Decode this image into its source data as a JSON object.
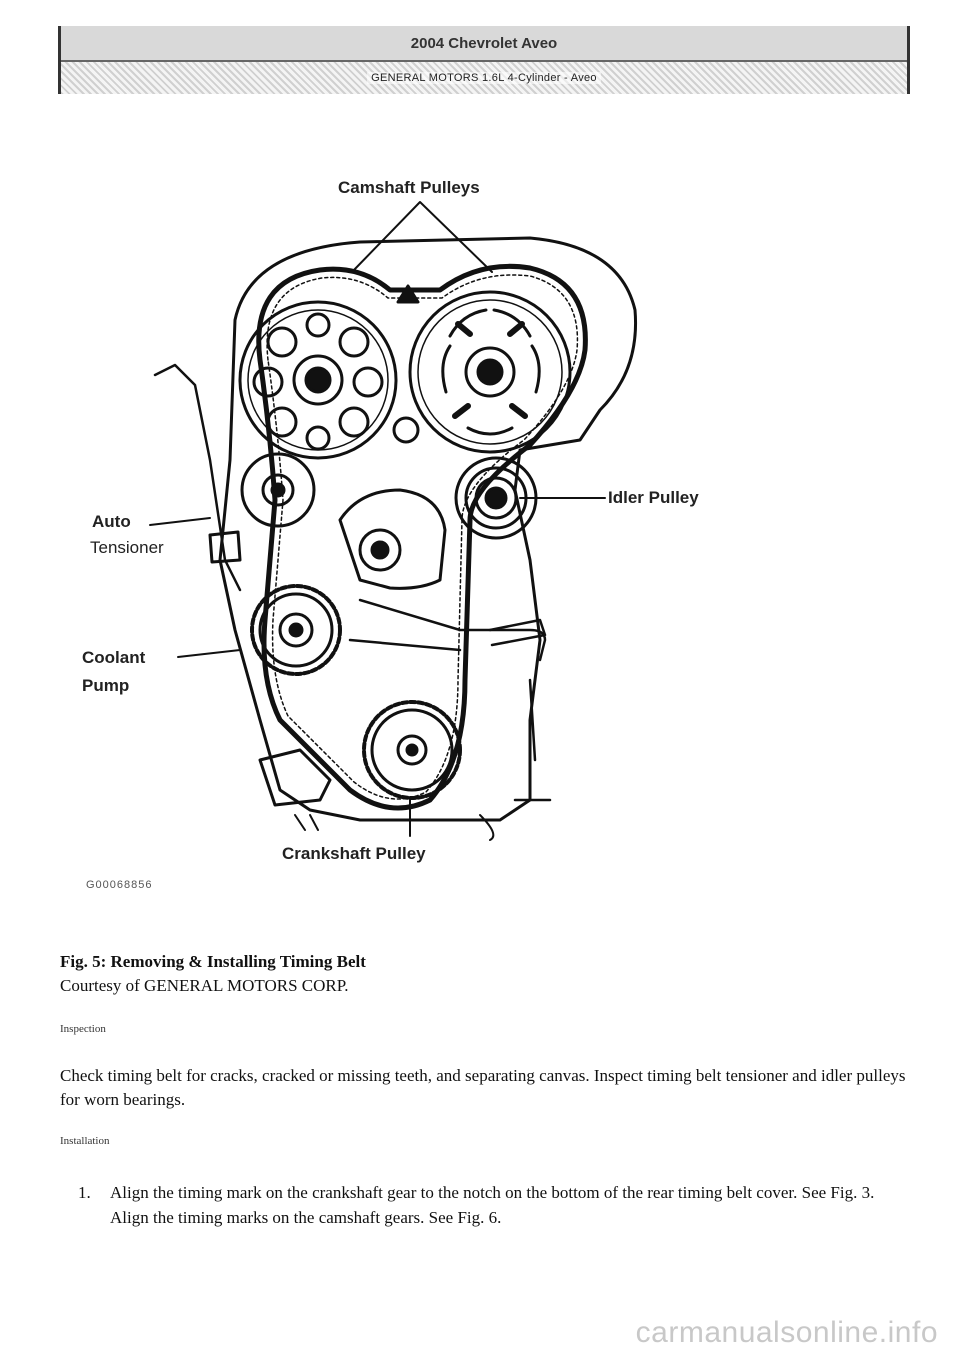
{
  "header": {
    "title": "2004 Chevrolet Aveo",
    "subtitle": "GENERAL MOTORS 1.6L 4-Cylinder - Aveo"
  },
  "figure": {
    "labels": {
      "camshaft": "Camshaft Pulleys",
      "idler": "Idler Pulley",
      "auto": "Auto",
      "tensioner": "Tensioner",
      "coolant": "Coolant",
      "pump": "Pump",
      "crankshaft": "Crankshaft Pulley"
    },
    "code": "G00068856"
  },
  "caption": {
    "title": "Fig. 5: Removing & Installing Timing Belt",
    "courtesy": "Courtesy of GENERAL MOTORS CORP."
  },
  "inspection": {
    "heading": "Inspection",
    "text": "Check timing belt for cracks, cracked or missing teeth, and separating canvas. Inspect timing belt tensioner and idler pulleys for worn bearings."
  },
  "installation": {
    "heading": "Installation",
    "step_number": "1.",
    "step_text": "Align the timing mark on the crankshaft gear to the notch on the bottom of the rear timing belt cover. See Fig. 3. Align the timing marks on the camshaft gears. See Fig. 6."
  },
  "watermark": "carmanualsonline.info"
}
